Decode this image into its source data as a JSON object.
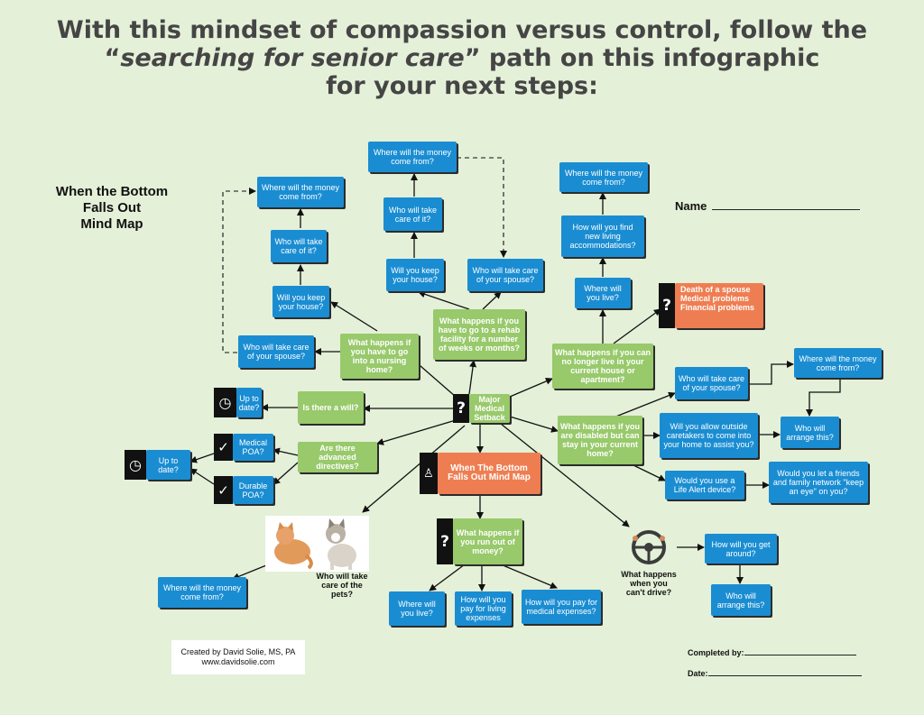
{
  "headline": {
    "line1": "With this mindset of compassion versus control, follow the",
    "line2_pre": "“",
    "line2_em": "searching for senior care",
    "line2_post": "” path on this infographic",
    "line3": "for your next steps:"
  },
  "map_title": {
    "line1": "When the Bottom",
    "line2": "Falls Out",
    "line3": "Mind Map"
  },
  "name_label": "Name",
  "center": {
    "major": "Major Medical Setback",
    "mindmap": "When The Bottom Falls Out Mind Map"
  },
  "icons": {
    "question": "?",
    "clock": "◷",
    "check": "✓",
    "lightbulb": "♙"
  },
  "nursing": {
    "main": "What happens if you have to go into a nursing home?",
    "spouse": "Who will take care of your spouse?",
    "house": "Will you keep your house?",
    "care": "Who will take care of it?",
    "money": "Where will the money come from?"
  },
  "rehab": {
    "main": "What happens if you have to go to a rehab facility for a number of weeks or months?",
    "house": "Will you keep your house?",
    "care": "Who will take care of it?",
    "money": "Where will the money come from?",
    "spouse": "Who will take care of your spouse?"
  },
  "nolive": {
    "main": "What happens if you can no longer live in your current house or apartment?",
    "live": "Where will you live?",
    "find": "How will you find new living accommodations?",
    "money": "Where will the money come from?",
    "death_lines": [
      "Death of a spouse",
      "Medical problems",
      "Financial problems"
    ]
  },
  "disabled": {
    "main": "What happens if you are disabled but can stay in your current home?",
    "spouse": "Who will take care of your spouse?",
    "money": "Where will the money come from?",
    "arrange": "Who will arrange this?",
    "caretakers": "Will you allow outside caretakers to come into your home to assist you?",
    "alert": "Would you use a Life Alert device?",
    "friends": "Would you let a friends and family network \"keep an eye\" on you?"
  },
  "will": {
    "main": "Is there a will?",
    "uptodate": "Up to date?"
  },
  "directives": {
    "main": "Are there advanced directives?",
    "medical": "Medical POA?",
    "durable": "Durable POA?",
    "uptodate": "Up to date?"
  },
  "money_out": {
    "main": "What happens if you run out of money?",
    "live": "Where will you live?",
    "living_exp": "How will you pay for living expenses",
    "medical_exp": "How will you pay for medical expenses?"
  },
  "pets": {
    "label": "Who will take care of the pets?",
    "money": "Where will the money come from?"
  },
  "drive": {
    "label": "What happens when you can't drive?",
    "around": "How will you get around?",
    "arrange": "Who will arrange this?"
  },
  "credit": {
    "line1": "Created by David Solie, MS, PA",
    "line2": "www.davidsolie.com"
  },
  "completed_label": "Completed by:",
  "date_label": "Date:",
  "colors": {
    "background": "#e4f0d8",
    "blue_box": "#1a8dd2",
    "green_box": "#98c96b",
    "orange_box": "#ee7e52",
    "icon": "#111111"
  }
}
